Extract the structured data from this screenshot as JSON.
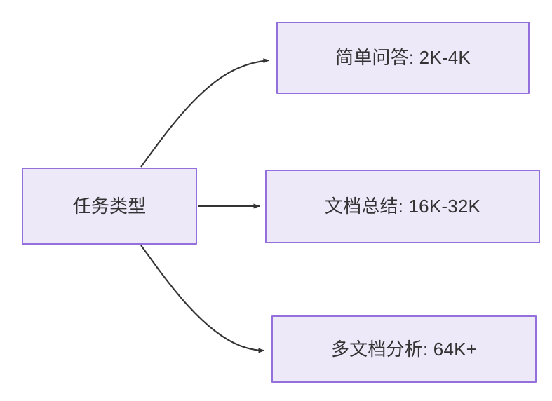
{
  "diagram": {
    "type": "flowchart",
    "direction": "left-to-right",
    "background_color": "#ffffff",
    "node_fill_color": "#EDE9F9",
    "node_border_color": "#9370DB",
    "node_text_color": "#333333",
    "edge_color": "#333333",
    "nodes": [
      {
        "id": "root",
        "label": "任务类型",
        "role": "source"
      },
      {
        "id": "simple-qa",
        "label": "简单问答: 2K-4K",
        "role": "target"
      },
      {
        "id": "doc-summary",
        "label": "文档总结: 16K-32K",
        "role": "target"
      },
      {
        "id": "multi-doc",
        "label": "多文档分析: 64K+",
        "role": "target"
      }
    ],
    "edges": [
      {
        "id": "root-to-simple-qa",
        "from": "root",
        "to": "simple-qa",
        "style": "curved",
        "arrowhead": "solid-triangle"
      },
      {
        "id": "root-to-doc-summary",
        "from": "root",
        "to": "doc-summary",
        "style": "straight",
        "arrowhead": "solid-triangle"
      },
      {
        "id": "root-to-multi-doc",
        "from": "root",
        "to": "multi-doc",
        "style": "curved",
        "arrowhead": "solid-triangle"
      }
    ]
  }
}
